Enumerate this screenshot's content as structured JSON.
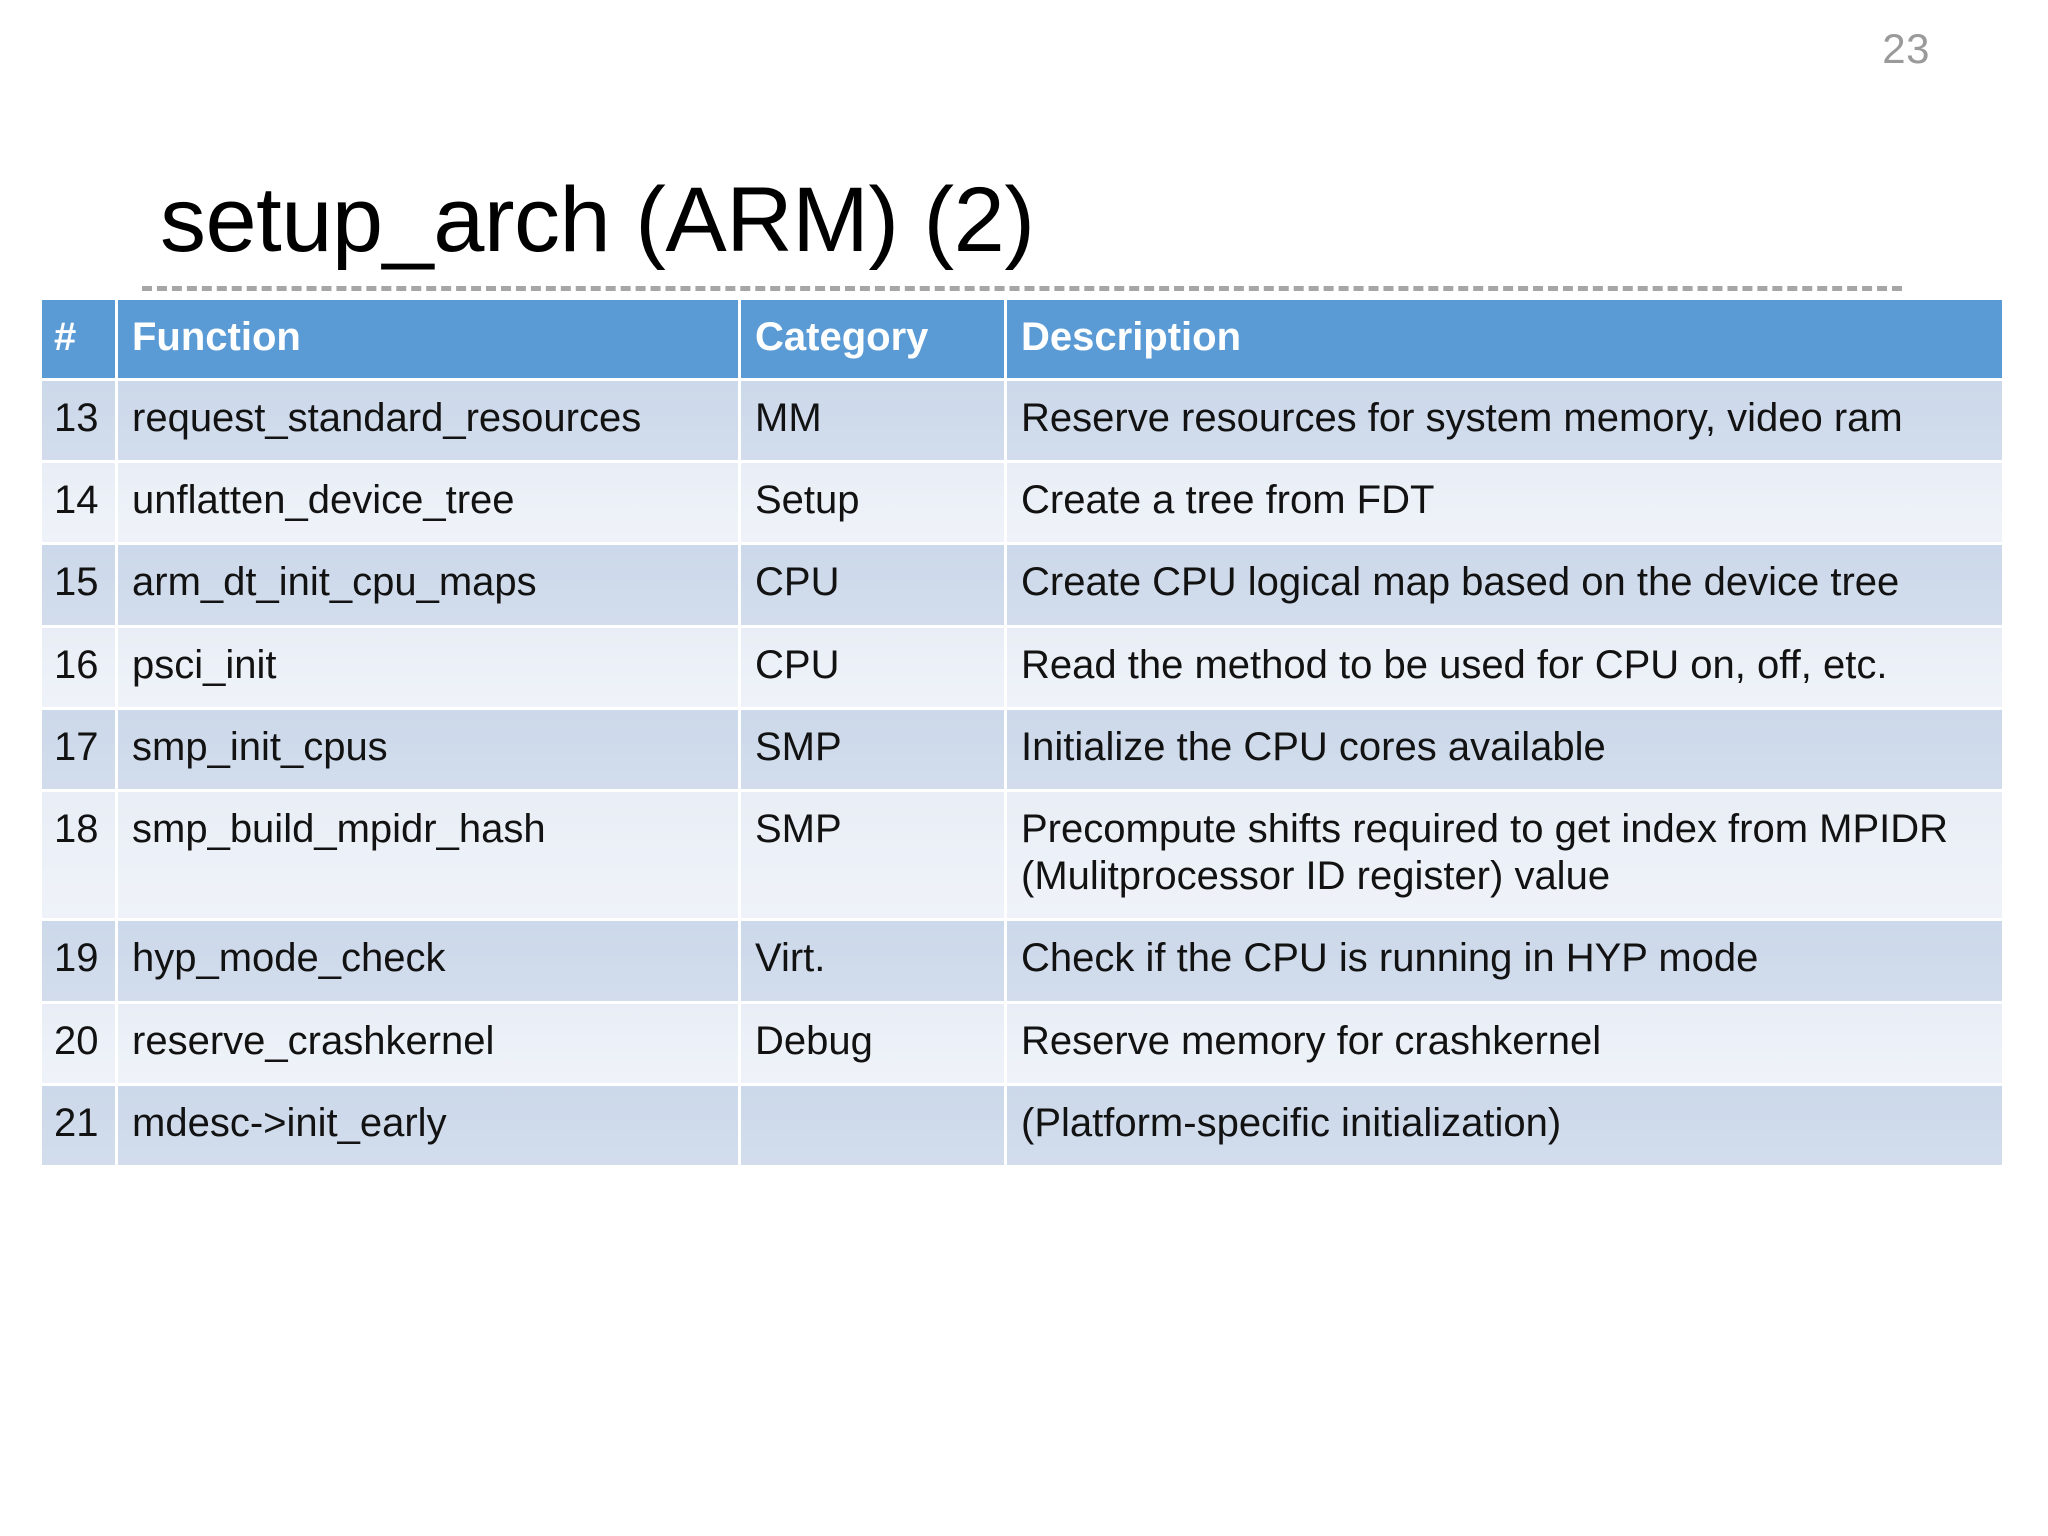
{
  "slide": {
    "number": "23",
    "title": "setup_arch (ARM) (2)"
  },
  "table": {
    "columns": [
      {
        "key": "num",
        "label": "#"
      },
      {
        "key": "fn",
        "label": "Function"
      },
      {
        "key": "cat",
        "label": "Category"
      },
      {
        "key": "desc",
        "label": "Description"
      }
    ],
    "rows": [
      {
        "num": "13",
        "fn": "request_standard_resources",
        "cat": "MM",
        "desc": "Reserve resources for system memory, video ram"
      },
      {
        "num": "14",
        "fn": "unflatten_device_tree",
        "cat": "Setup",
        "desc": "Create a tree from FDT"
      },
      {
        "num": "15",
        "fn": "arm_dt_init_cpu_maps",
        "cat": "CPU",
        "desc": "Create CPU logical map based on the device tree"
      },
      {
        "num": "16",
        "fn": "psci_init",
        "cat": "CPU",
        "desc": "Read the method to be used for CPU on, off, etc."
      },
      {
        "num": "17",
        "fn": "smp_init_cpus",
        "cat": "SMP",
        "desc": "Initialize the CPU cores available"
      },
      {
        "num": "18",
        "fn": "smp_build_mpidr_hash",
        "cat": "SMP",
        "desc": "Precompute shifts required to get index from MPIDR (Mulitprocessor ID register) value"
      },
      {
        "num": "19",
        "fn": "hyp_mode_check",
        "cat": "Virt.",
        "desc": "Check if the CPU is running in HYP mode"
      },
      {
        "num": "20",
        "fn": "reserve_crashkernel",
        "cat": "Debug",
        "desc": "Reserve memory for crashkernel"
      },
      {
        "num": "21",
        "fn": "mdesc->init_early",
        "cat": "",
        "desc": "(Platform-specific initialization)"
      }
    ]
  },
  "colors": {
    "header_blue": "#5b9bd5",
    "band_a": "#ccd9ea",
    "band_b": "#eaeff7",
    "slide_number_gray": "#9a9a9a",
    "rule_gray": "#a6a6a6"
  }
}
